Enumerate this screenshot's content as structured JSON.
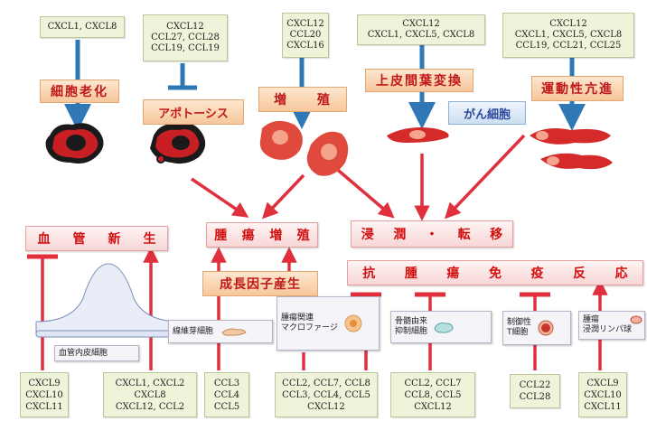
{
  "top_chemokines": {
    "senescence": "CXCL1, CXCL8",
    "apoptosis": "CXCL12\nCCL27, CCL28\nCCL19, CCL19",
    "proliferation": "CXCL12\nCCL20\nCXCL16",
    "emt": "CXCL12\nCXCL1, CXCL5, CXCL8",
    "motility": "CXCL12\nCXCL1, CXCL5, CXCL8\nCCL19, CCL21, CCL25"
  },
  "processes": {
    "senescence": "細胞老化",
    "apoptosis": "アポトーシス",
    "proliferation": [
      "増",
      "殖"
    ],
    "emt": "上皮間葉変換",
    "cancer_cell": "がん細胞",
    "motility": "運動性亢進"
  },
  "outcomes": {
    "angiogenesis": [
      "血",
      "管",
      "新",
      "生"
    ],
    "tumor_growth": [
      "腫",
      "瘍",
      "増",
      "殖"
    ],
    "invasion": [
      "浸",
      "潤",
      "・",
      "転",
      "移"
    ],
    "growth_factor": "成長因子産生",
    "anti_immunity": [
      "抗",
      "腫",
      "瘍",
      "免",
      "疫",
      "反",
      "応"
    ]
  },
  "cells": {
    "endothelial": "血管内皮細胞",
    "fibroblast": "線維芽細胞",
    "macrophage": "腫瘍関連\nマクロファージ",
    "mdsc": "骨髄由来\n抑制細胞",
    "treg": "制御性\nT細胞",
    "til": "腫瘍\n浸潤リンパ球"
  },
  "bottom_chemokines": {
    "angio_inhibit": "CXCL9\nCXCL10\nCXCL11",
    "angio_promote": "CXCL1, CXCL2\nCXCL8\nCXCL12, CCL2",
    "fibroblast": "CCL3\nCCL4\nCCL5",
    "macrophage": "CCL2, CCL7, CCL8\nCCL3, CCL4, CCL5\nCXCL12",
    "mdsc": "CCL2, CCL7\nCCL8, CCL5\nCXCL12",
    "treg": "CCL22\nCCL28",
    "til": "CXCL9\nCXCL10\nCXCL11"
  },
  "colors": {
    "blue_arrow": "#2f78b5",
    "red_arrow": "#e0303d",
    "tumor_cell": "#d42a2a"
  }
}
